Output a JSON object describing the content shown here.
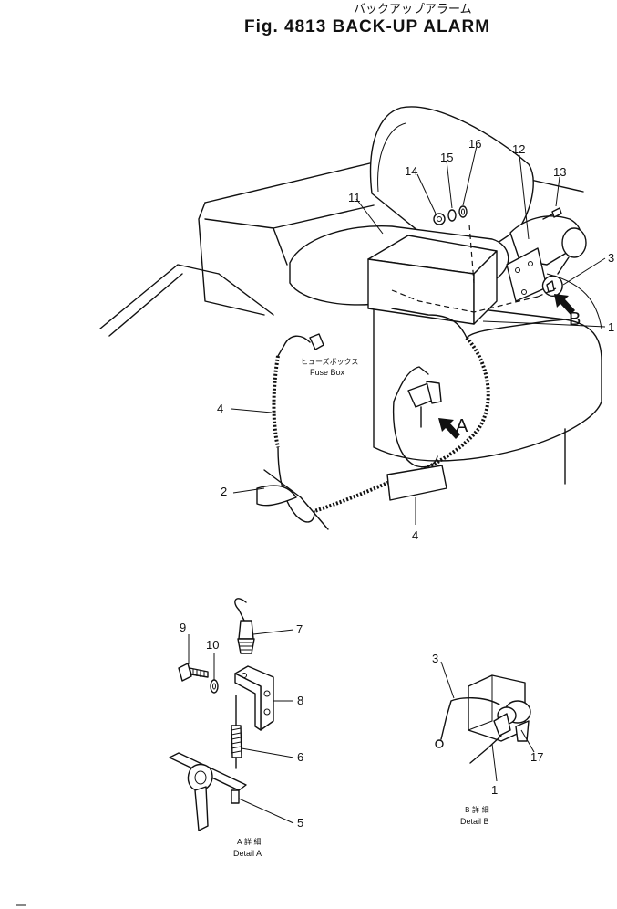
{
  "title": {
    "japanese": "バックアップアラーム",
    "english": "Fig. 4813 BACK-UP ALARM"
  },
  "fuse_box": {
    "japanese": "ヒューズボックス",
    "english": "Fuse Box"
  },
  "views": {
    "a": "A",
    "b": "B"
  },
  "details": {
    "a_japanese": "A 詳 細",
    "a_english": "Detail A",
    "b_japanese": "B 詳 細",
    "b_english": "Detail B"
  },
  "part_numbers": {
    "p1_main": "1",
    "p2": "2",
    "p3_main": "3",
    "p4_left": "4",
    "p4_bottom": "4",
    "p5": "5",
    "p6": "6",
    "p7": "7",
    "p8": "8",
    "p9": "9",
    "p10": "10",
    "p11": "11",
    "p12": "12",
    "p13": "13",
    "p14": "14",
    "p15": "15",
    "p16": "16",
    "p1_detail": "1",
    "p3_detail": "3",
    "p17": "17"
  }
}
